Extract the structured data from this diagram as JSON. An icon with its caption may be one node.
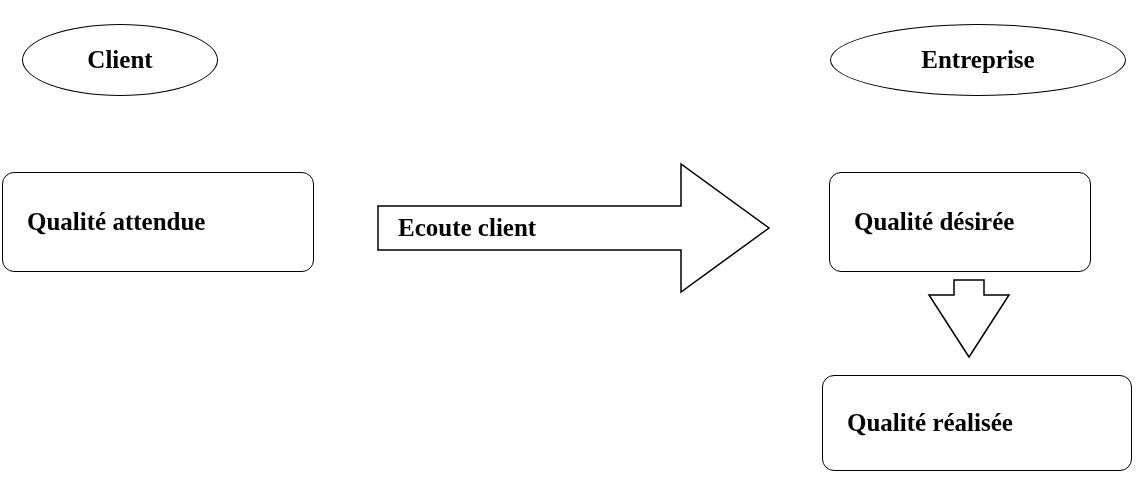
{
  "diagram": {
    "nodes": [
      {
        "text": [
          "Client"
        ]
      },
      {
        "text": [
          "Entreprise"
        ]
      },
      {
        "text": [
          "Qualité attendue"
        ]
      },
      {
        "text": [
          "Qualité désirée"
        ]
      },
      {
        "text": [
          "Qualité réalisée"
        ]
      }
    ],
    "edges": [
      {
        "from": 2,
        "to": 3,
        "arrow": "to",
        "label": "Ecoute client"
      },
      {
        "from": 3,
        "to": 4,
        "arrow": "to"
      }
    ]
  }
}
